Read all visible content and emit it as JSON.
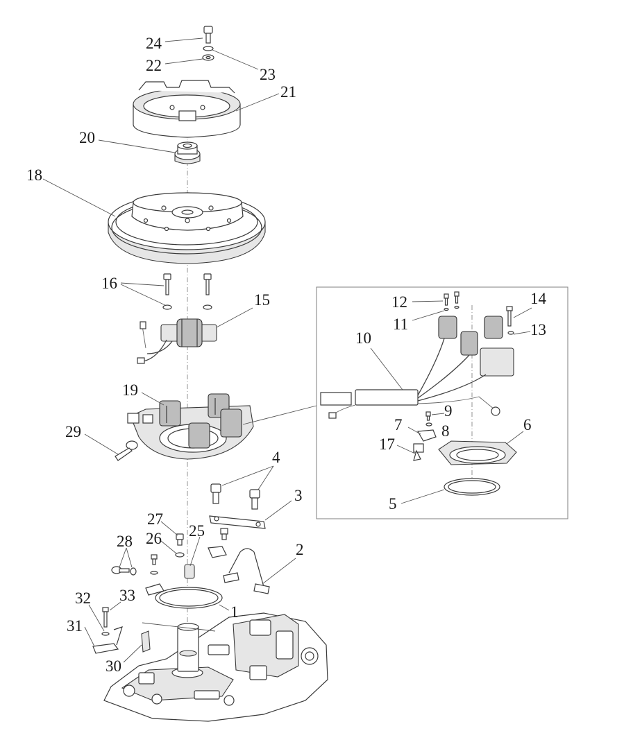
{
  "callouts": [
    {
      "id": "c24",
      "text": "24"
    },
    {
      "id": "c22",
      "text": "22"
    },
    {
      "id": "c23",
      "text": "23"
    },
    {
      "id": "c21",
      "text": "21"
    },
    {
      "id": "c20",
      "text": "20"
    },
    {
      "id": "c18",
      "text": "18"
    },
    {
      "id": "c16",
      "text": "16"
    },
    {
      "id": "c15",
      "text": "15"
    },
    {
      "id": "c19",
      "text": "19"
    },
    {
      "id": "c29",
      "text": "29"
    },
    {
      "id": "c12",
      "text": "12"
    },
    {
      "id": "c11",
      "text": "11"
    },
    {
      "id": "c14",
      "text": "14"
    },
    {
      "id": "c13",
      "text": "13"
    },
    {
      "id": "c10",
      "text": "10"
    },
    {
      "id": "c9",
      "text": "9"
    },
    {
      "id": "c7",
      "text": "7"
    },
    {
      "id": "c8",
      "text": "8"
    },
    {
      "id": "c17",
      "text": "17"
    },
    {
      "id": "c6",
      "text": "6"
    },
    {
      "id": "c5",
      "text": "5"
    },
    {
      "id": "c4",
      "text": "4"
    },
    {
      "id": "c3",
      "text": "3"
    },
    {
      "id": "c27",
      "text": "27"
    },
    {
      "id": "c26",
      "text": "26"
    },
    {
      "id": "c25",
      "text": "25"
    },
    {
      "id": "c28",
      "text": "28"
    },
    {
      "id": "c2",
      "text": "2"
    },
    {
      "id": "c32",
      "text": "32"
    },
    {
      "id": "c33",
      "text": "33"
    },
    {
      "id": "c1",
      "text": "1"
    },
    {
      "id": "c31",
      "text": "31"
    },
    {
      "id": "c30",
      "text": "30"
    }
  ]
}
